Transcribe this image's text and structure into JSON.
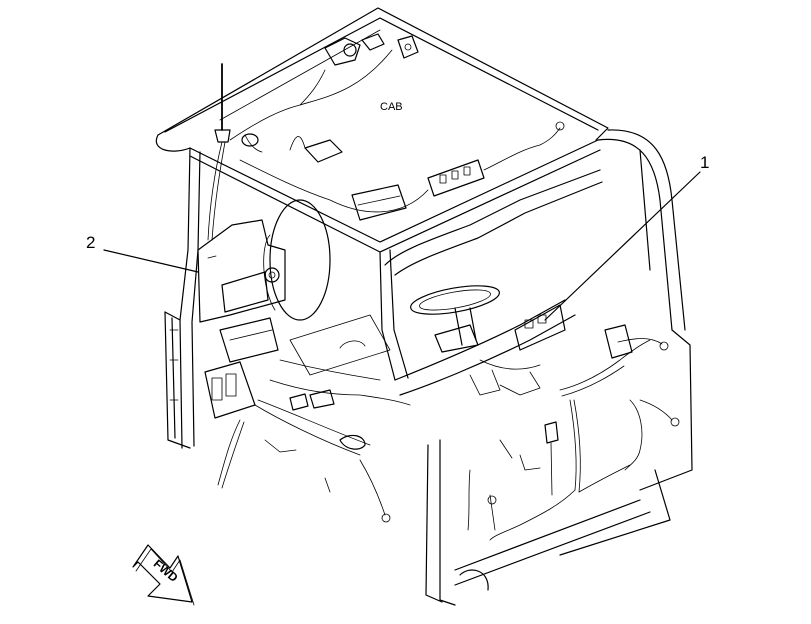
{
  "diagram": {
    "area_label": "CAB",
    "callouts": [
      {
        "id": "1",
        "text": "1"
      },
      {
        "id": "2",
        "text": "2"
      }
    ],
    "direction_arrow": "FWD",
    "line_color": "#000000",
    "background": "#ffffff"
  }
}
